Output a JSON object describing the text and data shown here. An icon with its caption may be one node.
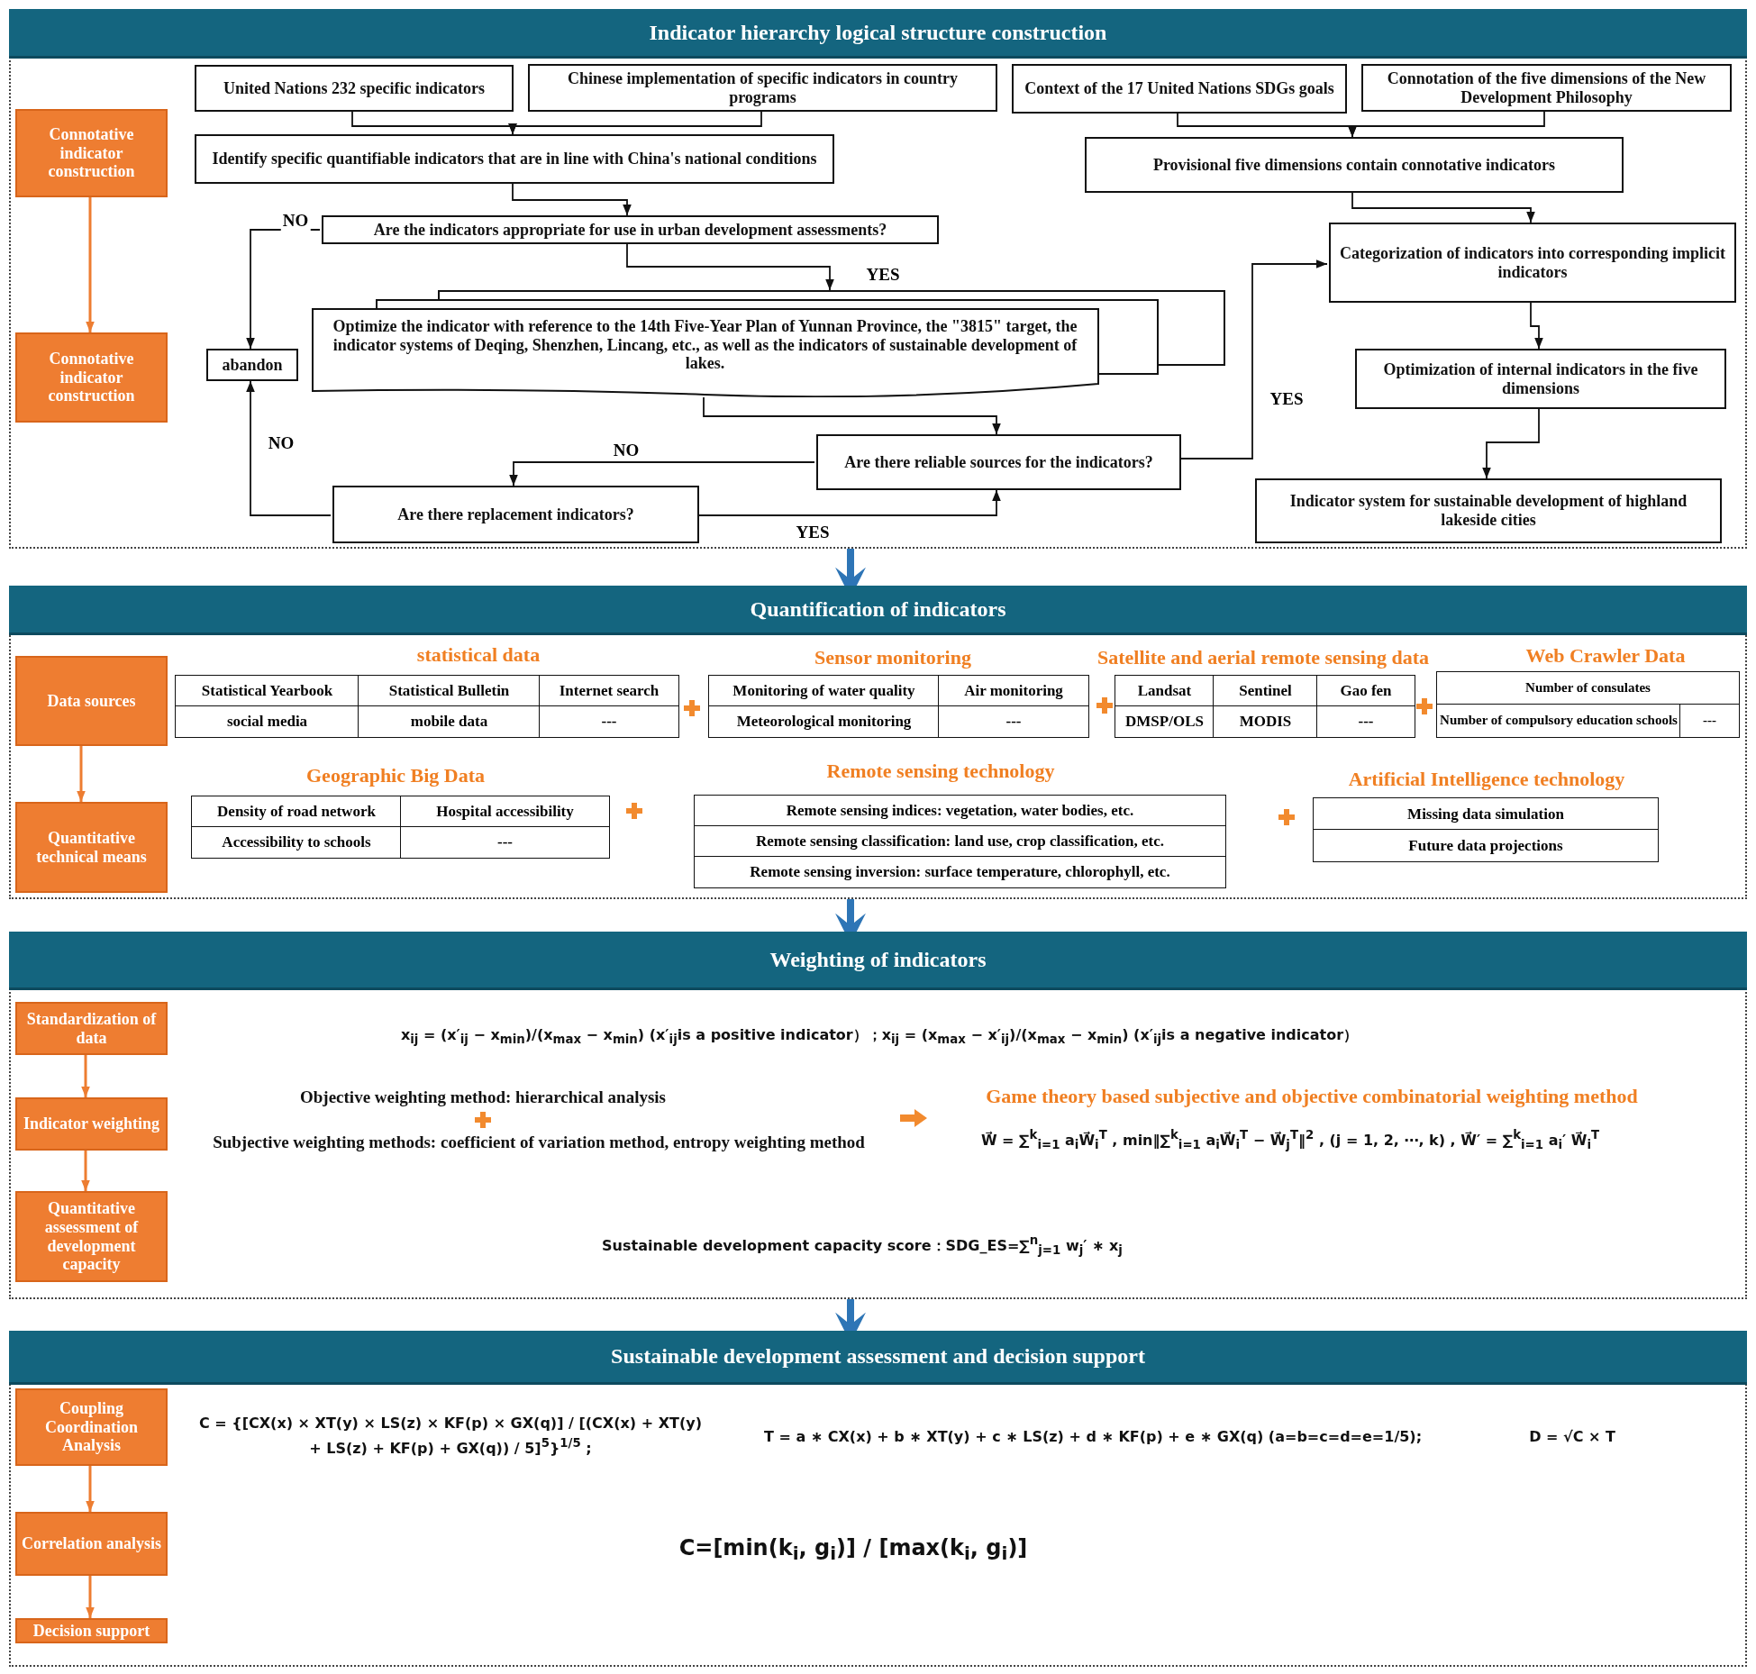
{
  "diagram": {
    "nodes": [
      {
        "text": [
          "Indicator hierarchy logical structure construction"
        ]
      },
      {
        "text": [
          "Connotative indicator construction"
        ],
        "in": 0
      },
      {
        "text": [
          "Connotative indicator construction"
        ],
        "in": 0
      },
      {
        "text": [
          "United Nations 232 specific indicators"
        ],
        "in": 0
      },
      {
        "text": [
          "Chinese implementation of specific indicators in country programs"
        ],
        "in": 0
      },
      {
        "text": [
          "Context of the 17 United Nations SDGs goals"
        ],
        "in": 0
      },
      {
        "text": [
          "Connotation of the five dimensions of the New Development Philosophy"
        ],
        "in": 0
      },
      {
        "text": [
          "Identify specific quantifiable indicators that are in line with China's national conditions"
        ],
        "in": 0
      },
      {
        "text": [
          "Provisional five dimensions contain connotative indicators"
        ],
        "in": 0
      },
      {
        "text": [
          "Are the indicators appropriate for use in urban development assessments?"
        ],
        "in": 0
      },
      {
        "text": [
          "abandon"
        ],
        "in": 0
      },
      {
        "text": [
          "Optimize the indicator with reference to the 14th Five-Year Plan of Yunnan Province, the \"3815\" target, the indicator systems of Deqing, Shenzhen, Lincang, etc., as well as the indicators of sustainable development of lakes."
        ],
        "in": 0
      },
      {
        "text": [
          "Categorization of indicators into corresponding implicit indicators"
        ],
        "in": 0
      },
      {
        "text": [
          "Optimization of internal indicators in the five dimensions"
        ],
        "in": 0
      },
      {
        "text": [
          "Are there reliable sources for the indicators?"
        ],
        "in": 0
      },
      {
        "text": [
          "Are there replacement indicators?"
        ],
        "in": 0
      },
      {
        "text": [
          "Indicator system for sustainable development of highland lakeside cities"
        ],
        "in": 0
      },
      {
        "text": [
          "Quantification of indicators"
        ]
      },
      {
        "text": [
          "Data sources"
        ],
        "in": 17
      },
      {
        "text": [
          "Quantitative technical means"
        ],
        "in": 17
      },
      {
        "text": [
          "Weighting of indicators"
        ]
      },
      {
        "text": [
          "Standardization of data"
        ],
        "in": 20
      },
      {
        "text": [
          "Indicator weighting"
        ],
        "in": 20
      },
      {
        "text": [
          "Quantitative assessment of development capacity"
        ],
        "in": 20
      },
      {
        "text": [
          "Sustainable development assessment and decision support"
        ]
      },
      {
        "text": [
          "Coupling Coordination Analysis"
        ],
        "in": 24
      },
      {
        "text": [
          "Correlation analysis"
        ],
        "in": 24
      },
      {
        "text": [
          "Decision support"
        ],
        "in": 24
      }
    ],
    "edges": [
      {
        "from": 1,
        "to": 2,
        "arrow": "to",
        "color": "#ed7d31"
      },
      {
        "from": 3,
        "to": 7,
        "arrow": "to"
      },
      {
        "from": 4,
        "to": 7,
        "arrow": "to"
      },
      {
        "from": 5,
        "to": 8,
        "arrow": "to"
      },
      {
        "from": 6,
        "to": 8,
        "arrow": "to"
      },
      {
        "from": 7,
        "to": 9,
        "arrow": "to"
      },
      {
        "from": 9,
        "to": 10,
        "arrow": "to",
        "label": "NO"
      },
      {
        "from": 9,
        "to": 11,
        "arrow": "to",
        "label": "YES"
      },
      {
        "from": 11,
        "to": 14,
        "arrow": "to"
      },
      {
        "from": 14,
        "to": 15,
        "arrow": "to",
        "label": "NO"
      },
      {
        "from": 15,
        "to": 10,
        "arrow": "to",
        "label": "NO"
      },
      {
        "from": 15,
        "to": 14,
        "arrow": "to",
        "label": "YES"
      },
      {
        "from": 14,
        "to": 12,
        "arrow": "to",
        "label": "YES"
      },
      {
        "from": 8,
        "to": 12,
        "arrow": "to"
      },
      {
        "from": 12,
        "to": 13,
        "arrow": "to"
      },
      {
        "from": 13,
        "to": 16,
        "arrow": "to"
      },
      {
        "from": 0,
        "to": 17,
        "arrow": "to",
        "style": "thick",
        "color": "#2e75b6"
      },
      {
        "from": 18,
        "to": 19,
        "arrow": "to",
        "color": "#ed7d31"
      },
      {
        "from": 17,
        "to": 20,
        "arrow": "to",
        "style": "thick",
        "color": "#2e75b6"
      },
      {
        "from": 21,
        "to": 22,
        "arrow": "to",
        "color": "#ed7d31"
      },
      {
        "from": 22,
        "to": 23,
        "arrow": "to",
        "color": "#ed7d31"
      },
      {
        "from": 20,
        "to": 24,
        "arrow": "to",
        "style": "thick",
        "color": "#2e75b6"
      },
      {
        "from": 25,
        "to": 26,
        "arrow": "to",
        "color": "#ed7d31"
      },
      {
        "from": 26,
        "to": 27,
        "arrow": "to",
        "color": "#ed7d31"
      }
    ],
    "labels": [
      "statistical data",
      "Sensor monitoring",
      "Satellite and aerial remote sensing data",
      "Web Crawler Data",
      "Statistical Yearbook",
      "Statistical Bulletin",
      "Internet search",
      "social media",
      "mobile data",
      "---",
      "Monitoring of water quality",
      "Air monitoring",
      "Meteorological monitoring",
      "---",
      "Landsat",
      "Sentinel",
      "Gao fen",
      "DMSP/OLS",
      "MODIS",
      "---",
      "Number of consulates",
      "Number of compulsory education schools",
      "---",
      "Geographic Big Data",
      "Remote sensing technology",
      "Artificial Intelligence technology",
      "Density of road network",
      "Hospital accessibility",
      "Accessibility to schools",
      "---",
      "Remote sensing indices: vegetation, water bodies, etc.",
      "Remote sensing classification: land use, crop classification, etc.",
      "Remote sensing inversion: surface temperature, chlorophyll, etc.",
      "Missing data simulation",
      "Future data projections",
      "x$_{ij}$ = (x′$_{ij}$ − x$_{min}$)/(x$_{max}$ − x$_{min}$) (x′$_{ij}$is a positive indicator）；x$_{ij}$ = (x$_{max}$ − x′$_{ij}$)/(x$_{max}$ − x$_{min}$) (x′$_{ij}$is a negative indicator）",
      "Objective weighting method: hierarchical analysis",
      "Subjective weighting methods: coefficient of variation method, entropy weighting method",
      "Game theory based subjective and objective combinatorial weighting method",
      "W⃗ = ∑$^{k}$$_{i=1}$ a$_{i}$W⃗$_{i}$$^{T}$ , min‖∑$^{k}$$_{i=1}$ a$_{i}$W⃗$_{i}$$^{T}$ − W⃗$_{j}$$^{T}$‖$^{2}$ , (j = 1, 2, ⋯, k) , W⃗′ = ∑$^{k}$$_{i=1}$ a$_{i}$′ W⃗$_{i}$$^{T}$",
      "Sustainable development capacity score：SDG_ES=∑$^{n}$$_{j=1}$ w$_{j}$′ ∗ x$_{j}$",
      "C = {[CX(x) × XT(y) × LS(z) × KF(p) × GX(q)] / [(CX(x) + XT(y) + LS(z) + KF(p) + GX(q)) / 5]$^{5}$}$^{1/5}$ ;",
      "T = a ∗ CX(x) + b ∗ XT(y) + c ∗ LS(z) + d ∗ KF(p) + e ∗ GX(q) (a=b=c=d=e=1/5);",
      "D = √C × T",
      "C=[min(k$_{i}$, g$_{i}$)] / [max(k$_{i}$, g$_{i}$)]"
    ]
  }
}
